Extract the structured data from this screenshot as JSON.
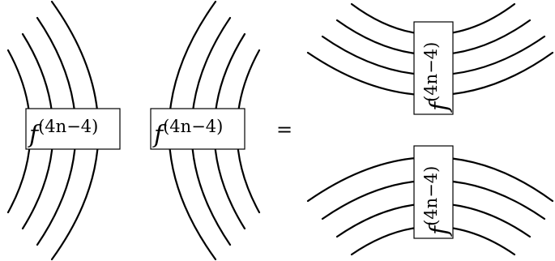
{
  "diagram": {
    "equals_sign": "=",
    "projectors": [
      {
        "base": "f",
        "superscript": "(4n−4)"
      },
      {
        "base": "f",
        "superscript": "(4n−4)"
      },
      {
        "base": "f",
        "superscript": "(4n−4)"
      },
      {
        "base": "f",
        "superscript": "(4n−4)"
      }
    ]
  }
}
